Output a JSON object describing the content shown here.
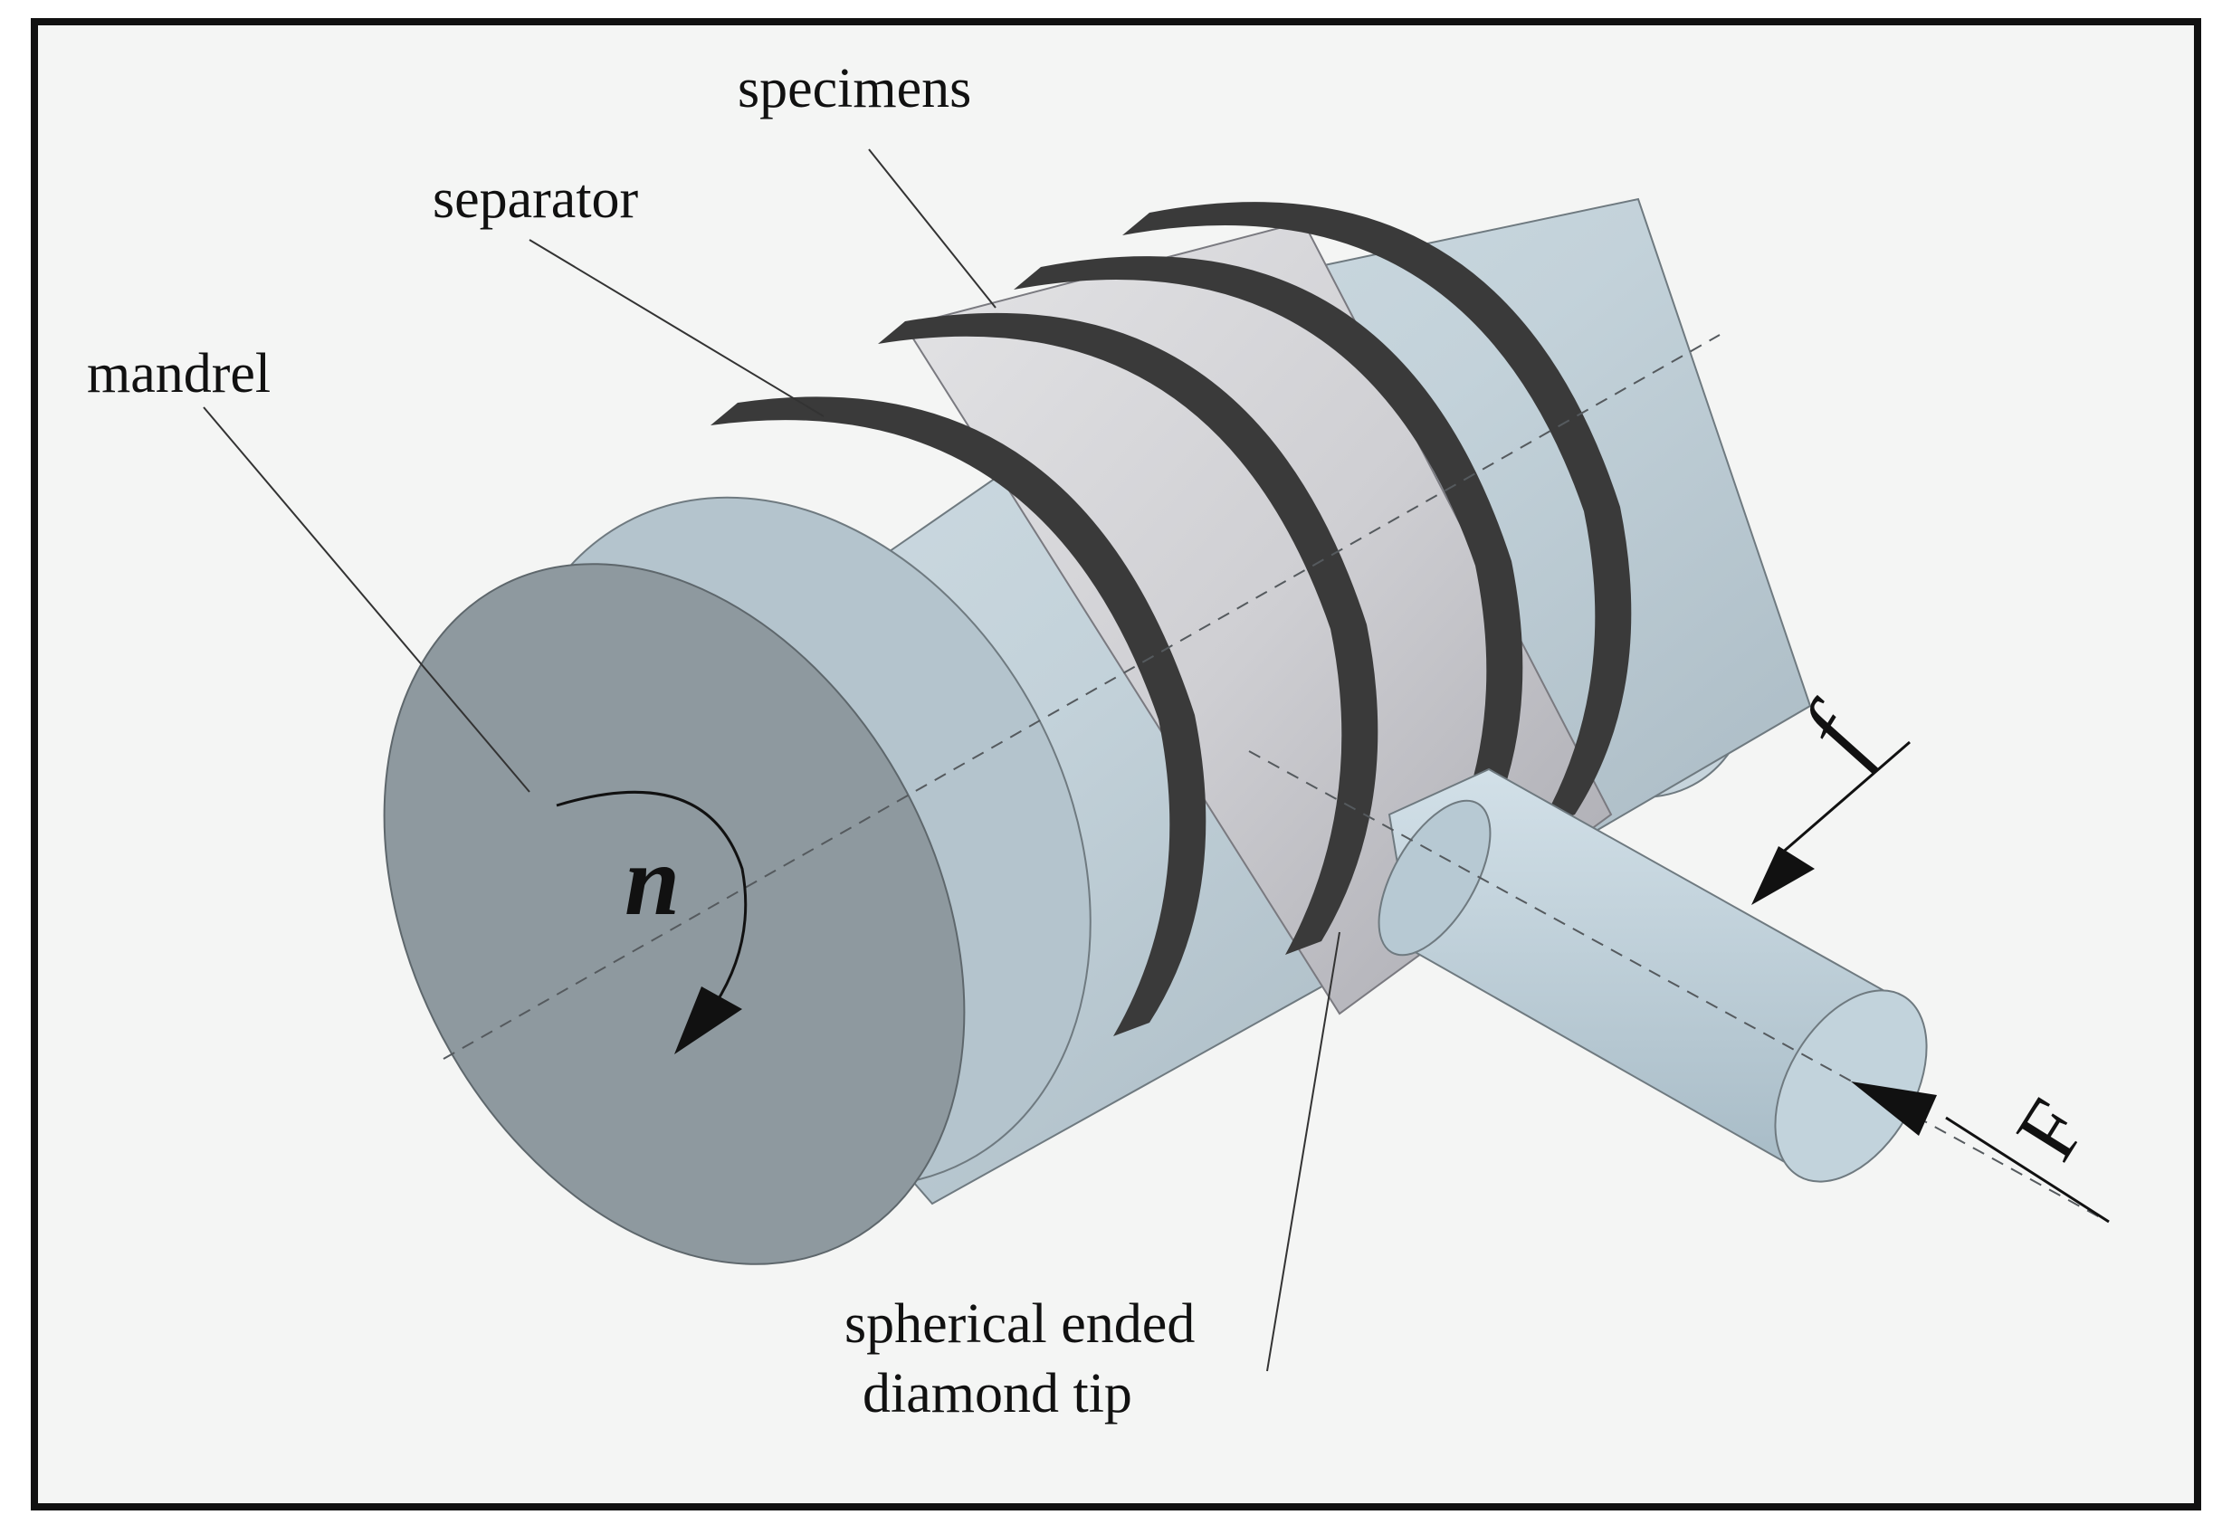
{
  "labels": {
    "specimens": "specimens",
    "separator": "separator",
    "mandrel": "mandrel",
    "tip_line1": "spherical ended",
    "tip_line2": "diamond tip"
  },
  "symbols": {
    "rotation": "n",
    "feed": "f",
    "force": "F"
  },
  "colors": {
    "background": "#f4f5f4",
    "mandrel_body": "#b9c8d1",
    "mandrel_face": "#8e999f",
    "specimen": "#cfcfd3",
    "separator": "#3a3a3a",
    "tip": "#bccdd6",
    "frame": "#111111"
  }
}
